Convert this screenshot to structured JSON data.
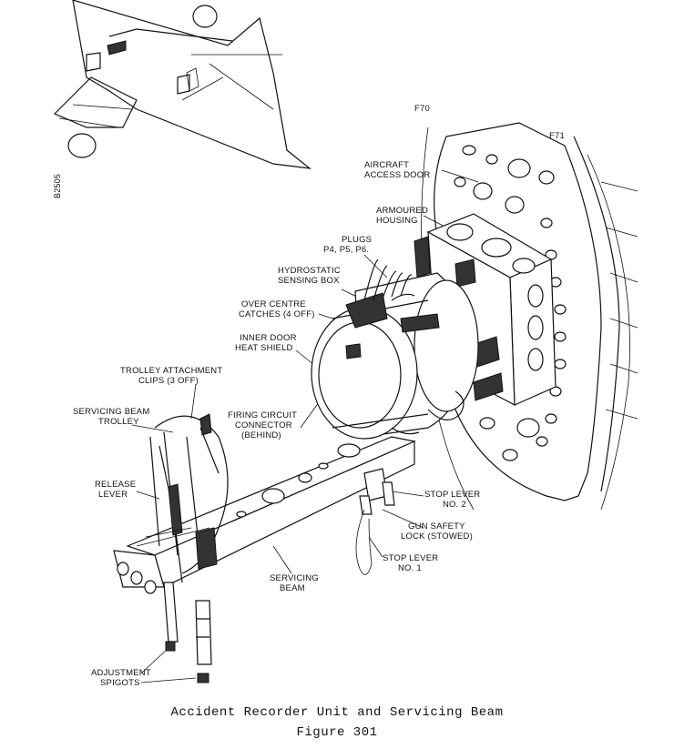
{
  "labels": {
    "aircraft_ref": "B2505",
    "frame_f70": "F70",
    "frame_f71": "F71",
    "aircraft_access_door": [
      "AIRCRAFT",
      "ACCESS DOOR"
    ],
    "armoured_housing": [
      "ARMOURED",
      "HOUSING"
    ],
    "plugs": [
      "PLUGS",
      "P4, P5, P6."
    ],
    "hydrostatic_sensing_box": [
      "HYDROSTATIC",
      "SENSING BOX"
    ],
    "over_centre_catches": [
      "OVER CENTRE",
      "CATCHES (4 OFF)"
    ],
    "inner_door_heat_shield": [
      "INNER DOOR",
      "HEAT SHIELD"
    ],
    "trolley_attachment_clips": [
      "TROLLEY ATTACHMENT",
      "CLIPS (3 OFF)"
    ],
    "servicing_beam_trolley": [
      "SERVICING BEAM",
      "TROLLEY"
    ],
    "firing_circuit_connector": [
      "FIRING CIRCUIT",
      "CONNECTOR",
      "(BEHIND)"
    ],
    "release_lever": [
      "RELEASE",
      "LEVER"
    ],
    "stop_lever_no2": [
      "STOP LEVER",
      "NO. 2"
    ],
    "gun_safety_lock": [
      "GUN SAFETY",
      "LOCK (STOWED)"
    ],
    "stop_lever_no1": [
      "STOP LEVER",
      "NO. 1"
    ],
    "servicing_beam": [
      "SERVICING",
      "BEAM"
    ],
    "adjustment_spigots": [
      "ADJUSTMENT",
      "SPIGOTS"
    ]
  },
  "caption": {
    "title": "Accident Recorder Unit and Servicing Beam",
    "figure": "Figure 301"
  }
}
